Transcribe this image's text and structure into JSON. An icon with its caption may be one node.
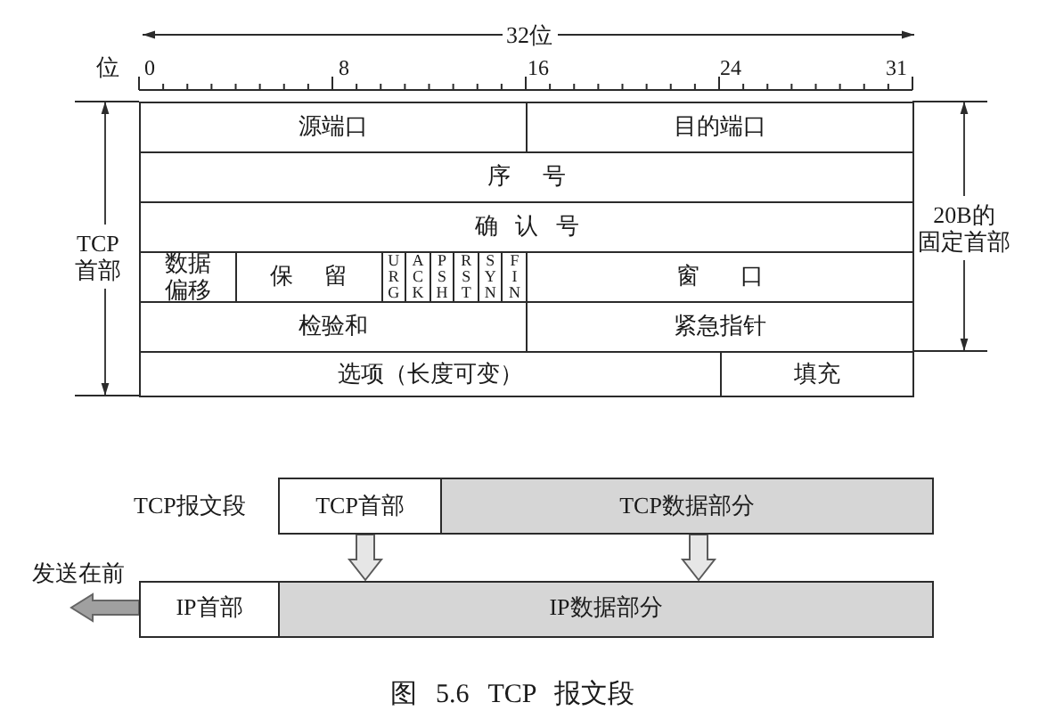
{
  "diagram": {
    "caption": "图 5.6 TCP 报文段",
    "nodes": [
      {
        "text": [
          "源端口"
        ]
      },
      {
        "text": [
          "目的端口"
        ]
      },
      {
        "text": [
          "序 号"
        ]
      },
      {
        "text": [
          "确 认 号"
        ]
      },
      {
        "text": [
          "数据偏移"
        ]
      },
      {
        "text": [
          "保 留"
        ]
      },
      {
        "text": [
          "URG"
        ]
      },
      {
        "text": [
          "ACK"
        ]
      },
      {
        "text": [
          "PSH"
        ]
      },
      {
        "text": [
          "RST"
        ]
      },
      {
        "text": [
          "SYN"
        ]
      },
      {
        "text": [
          "FIN"
        ]
      },
      {
        "text": [
          "窗 口"
        ]
      },
      {
        "text": [
          "检验和"
        ]
      },
      {
        "text": [
          "紧急指针"
        ]
      },
      {
        "text": [
          "选项（长度可变）"
        ]
      },
      {
        "text": [
          "填充"
        ]
      },
      {
        "text": [
          "TCP首部"
        ]
      },
      {
        "text": [
          "TCP数据部分"
        ]
      },
      {
        "text": [
          "IP首部"
        ]
      },
      {
        "text": [
          "IP数据部分"
        ]
      }
    ],
    "edges": [
      {
        "from": 17,
        "to": 20,
        "arrow": "to"
      },
      {
        "from": 18,
        "to": 20,
        "arrow": "to"
      },
      {
        "from": 19,
        "to": null,
        "arrow": "to",
        "label": "发送在前",
        "color": "#a0a0a0"
      }
    ],
    "labels": [
      "32位",
      "位",
      "0",
      "8",
      "16",
      "24",
      "31",
      "TCP首部",
      "20B的固定首部",
      "TCP报文段"
    ]
  }
}
